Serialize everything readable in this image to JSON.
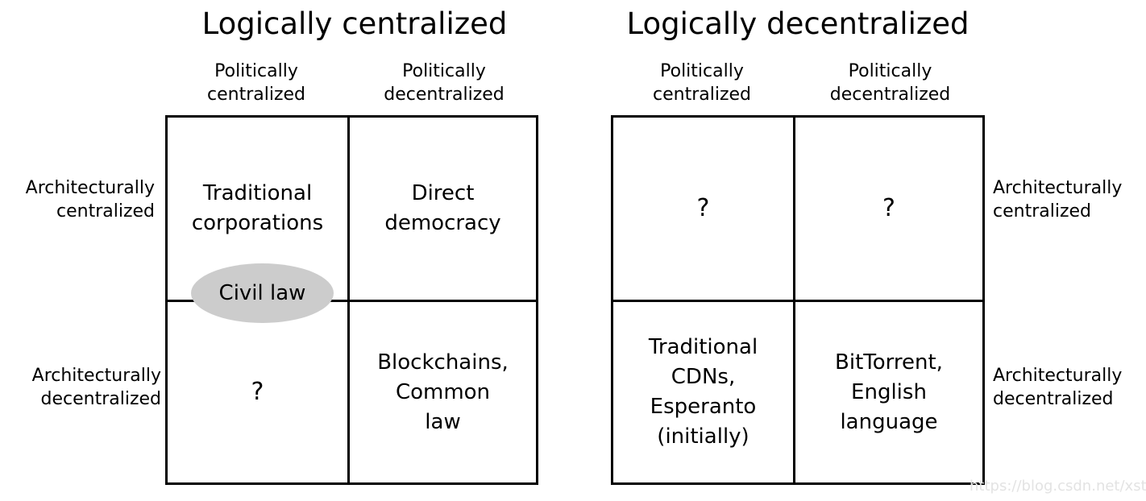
{
  "diagram": {
    "title_left": "Logically centralized",
    "title_right": "Logically decentralized",
    "column_headers": {
      "politically_centralized": "Politically\ncentralized",
      "politically_decentralized": "Politically\ndecentralized"
    },
    "row_labels": {
      "architecturally_centralized": "Architecturally\ncentralized",
      "architecturally_decentralized": "Architecturally\ndecentralized"
    },
    "left_table": {
      "cells": {
        "top_left": "Traditional\ncorporations",
        "top_right": "Direct\ndemocracy",
        "bottom_left": "?",
        "bottom_right": "Blockchains,\nCommon\nlaw"
      },
      "highlight": {
        "label": "Civil law",
        "fill_color": "#cccccc"
      }
    },
    "right_table": {
      "cells": {
        "top_left": "?",
        "top_right": "?",
        "bottom_left": "Traditional\nCDNs,\nEsperanto\n(initially)",
        "bottom_right": "BitTorrent,\nEnglish\nlanguage"
      }
    },
    "watermark": "https://blog.csdn.net/xstardust",
    "colors": {
      "line": "#000000",
      "text": "#000000",
      "background": "#ffffff",
      "highlight_fill": "#cccccc",
      "watermark": "#e3e3e3"
    }
  }
}
